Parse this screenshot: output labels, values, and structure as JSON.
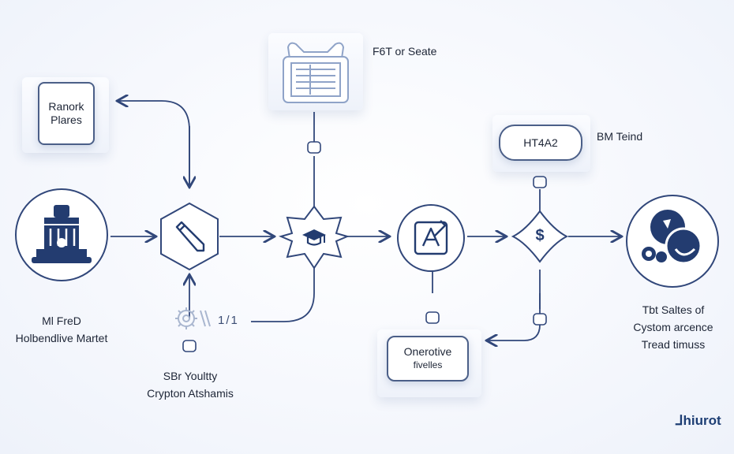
{
  "labels": {
    "top_center": "F6T or Seate",
    "top_right": "BM Teind",
    "left_box": [
      "Ranork",
      "Plares"
    ],
    "cloud_box": "HT4A2",
    "bottom_box": [
      "Onerotive",
      "fivelles"
    ],
    "left_caption": [
      "Ml FreD",
      "Holbendlive Martet"
    ],
    "center_caption": [
      "SBr Youltty",
      "Crypton Atshamis"
    ],
    "right_caption": [
      "Tbt Saltes of",
      "Cystom arcence",
      "Tread timuss"
    ],
    "tiny_mark": "1/1",
    "dollar": "$",
    "brand": "hiurot"
  },
  "colors": {
    "line": "#31477a",
    "icon_fill": "#233c70",
    "panel": "#eef2fa"
  },
  "icons": [
    "bank-building-icon",
    "pencil-icon",
    "graduation-cap-icon",
    "pen-document-icon",
    "dollar-icon",
    "coins-gear-icon",
    "printer-icon",
    "gears-icon"
  ]
}
